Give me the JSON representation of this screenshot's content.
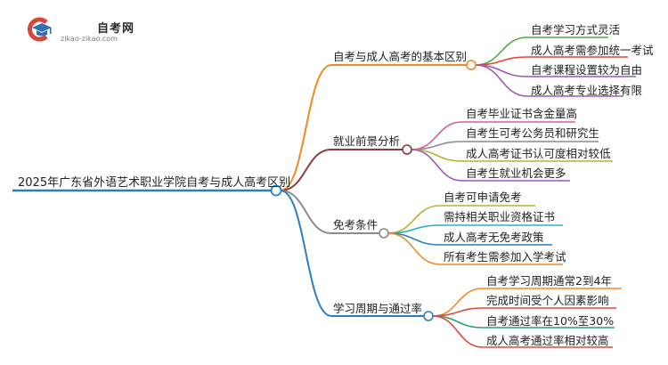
{
  "logo": {
    "title": "自考网",
    "url": "zikao-zikao.com",
    "icon": "graduation-cap-icon"
  },
  "root": "2025年广东省外语艺术职业学院自考与成人高考区别",
  "branches": [
    {
      "label": "自考与成人高考的基本区别",
      "color": "#f08a24",
      "children": [
        {
          "label": "自考学习方式灵活",
          "color": "#51a84a"
        },
        {
          "label": "成人高考需参加统一考试",
          "color": "#e0483d"
        },
        {
          "label": "自考课程设置较为自由",
          "color": "#9b59b6"
        },
        {
          "label": "成人高考专业选择有限",
          "color": "#9b59b6"
        }
      ]
    },
    {
      "label": "就业前景分析",
      "color": "#8a3b3b",
      "children": [
        {
          "label": "自考毕业证书含金量高",
          "color": "#e05a9a"
        },
        {
          "label": "自考生可考公务员和研究生",
          "color": "#8c8c8c"
        },
        {
          "label": "成人高考证书认可度相对较低",
          "color": "#b5b52a"
        },
        {
          "label": "自考生就业机会更多",
          "color": "#9b59b6"
        }
      ]
    },
    {
      "label": "免考条件",
      "color": "#8c8c8c",
      "children": [
        {
          "label": "自考可申请免考",
          "color": "#b5b52a"
        },
        {
          "label": "需持相关职业资格证书",
          "color": "#2ab0c8"
        },
        {
          "label": "成人高考无免考政策",
          "color": "#2b7fc0"
        },
        {
          "label": "所有考生需参加入学考试",
          "color": "#f08a24"
        }
      ]
    },
    {
      "label": "学习周期与通过率",
      "color": "#2b7fc0",
      "children": [
        {
          "label": "自考学习周期通常2到4年",
          "color": "#f08a24"
        },
        {
          "label": "完成时间受个人因素影响",
          "color": "#e0483d"
        },
        {
          "label": "自考通过率在10%至30%",
          "color": "#2f9e6f"
        },
        {
          "label": "成人高考通过率相对较高",
          "color": "#e0483d"
        }
      ]
    }
  ]
}
